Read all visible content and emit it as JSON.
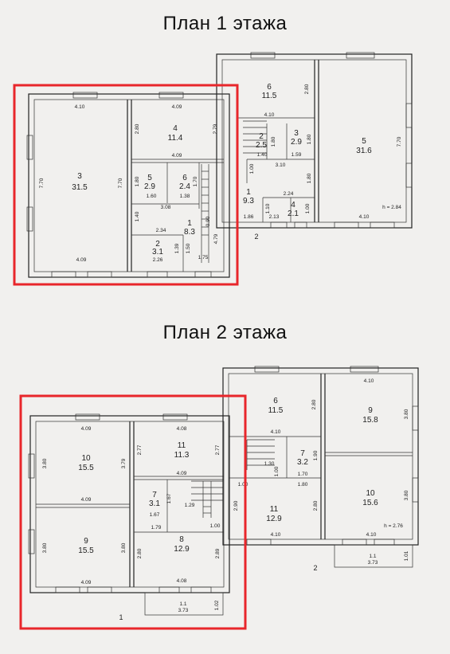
{
  "floor1": {
    "title": "План 1 этажа",
    "rooms": [
      {
        "num": "3",
        "area": "31.5"
      },
      {
        "num": "4",
        "area": "11.4"
      },
      {
        "num": "5",
        "area": "2.9"
      },
      {
        "num": "6",
        "area": "2.4"
      },
      {
        "num": "1",
        "area": "8.3"
      },
      {
        "num": "2",
        "area": "3.1"
      },
      {
        "num": "6",
        "area": "11.5"
      },
      {
        "num": "2",
        "area": "2.5"
      },
      {
        "num": "3",
        "area": "2.9"
      },
      {
        "num": "1",
        "area": "9.3"
      },
      {
        "num": "4",
        "area": "2.1"
      },
      {
        "num": "5",
        "area": "31.6"
      }
    ],
    "dims": [
      "4.10",
      "4.09",
      "2.80",
      "2.79",
      "4.09",
      "7.70",
      "7.70",
      "1.80",
      "1.60",
      "1.38",
      "1.70",
      "3.08",
      "1.40",
      "0.90",
      "2.34",
      "4.79",
      "1.39",
      "1.50",
      "2.26",
      "1.75",
      "4.09",
      "2.80",
      "4.10",
      "1.80",
      "1.40",
      "1.59",
      "1.80",
      "3.10",
      "1.00",
      "1.80",
      "2.24",
      "1.10",
      "1.00",
      "1.86",
      "2.13",
      "7.70",
      "4.10"
    ],
    "height_note": "h = 2.84",
    "block_label": "2"
  },
  "floor2": {
    "title": "План 2 этажа",
    "rooms": [
      {
        "num": "10",
        "area": "15.5"
      },
      {
        "num": "11",
        "area": "11.3"
      },
      {
        "num": "7",
        "area": "3.1"
      },
      {
        "num": "9",
        "area": "15.5"
      },
      {
        "num": "8",
        "area": "12.9"
      },
      {
        "num": "1.1",
        "area": "3.73"
      },
      {
        "num": "6",
        "area": "11.5"
      },
      {
        "num": "9",
        "area": "15.8"
      },
      {
        "num": "7",
        "area": "3.2"
      },
      {
        "num": "11",
        "area": "12.9"
      },
      {
        "num": "10",
        "area": "15.6"
      },
      {
        "num": "1.1",
        "area": "3.73"
      }
    ],
    "dims": [
      "4.09",
      "4.08",
      "3.80",
      "3.79",
      "2.77",
      "2.77",
      "4.09",
      "4.09",
      "1.67",
      "1.29",
      "1.67",
      "1.79",
      "1.00",
      "3.80",
      "3.80",
      "2.80",
      "2.89",
      "4.09",
      "4.08",
      "1.02",
      "4.10",
      "2.80",
      "4.10",
      "3.80",
      "1.30",
      "1.00",
      "1.90",
      "1.70",
      "1.80",
      "1.00",
      "2.90",
      "2.80",
      "3.80",
      "4.10",
      "1.01"
    ],
    "height_note": "h = 2.76",
    "block_label_left": "1",
    "block_label_right": "2"
  }
}
